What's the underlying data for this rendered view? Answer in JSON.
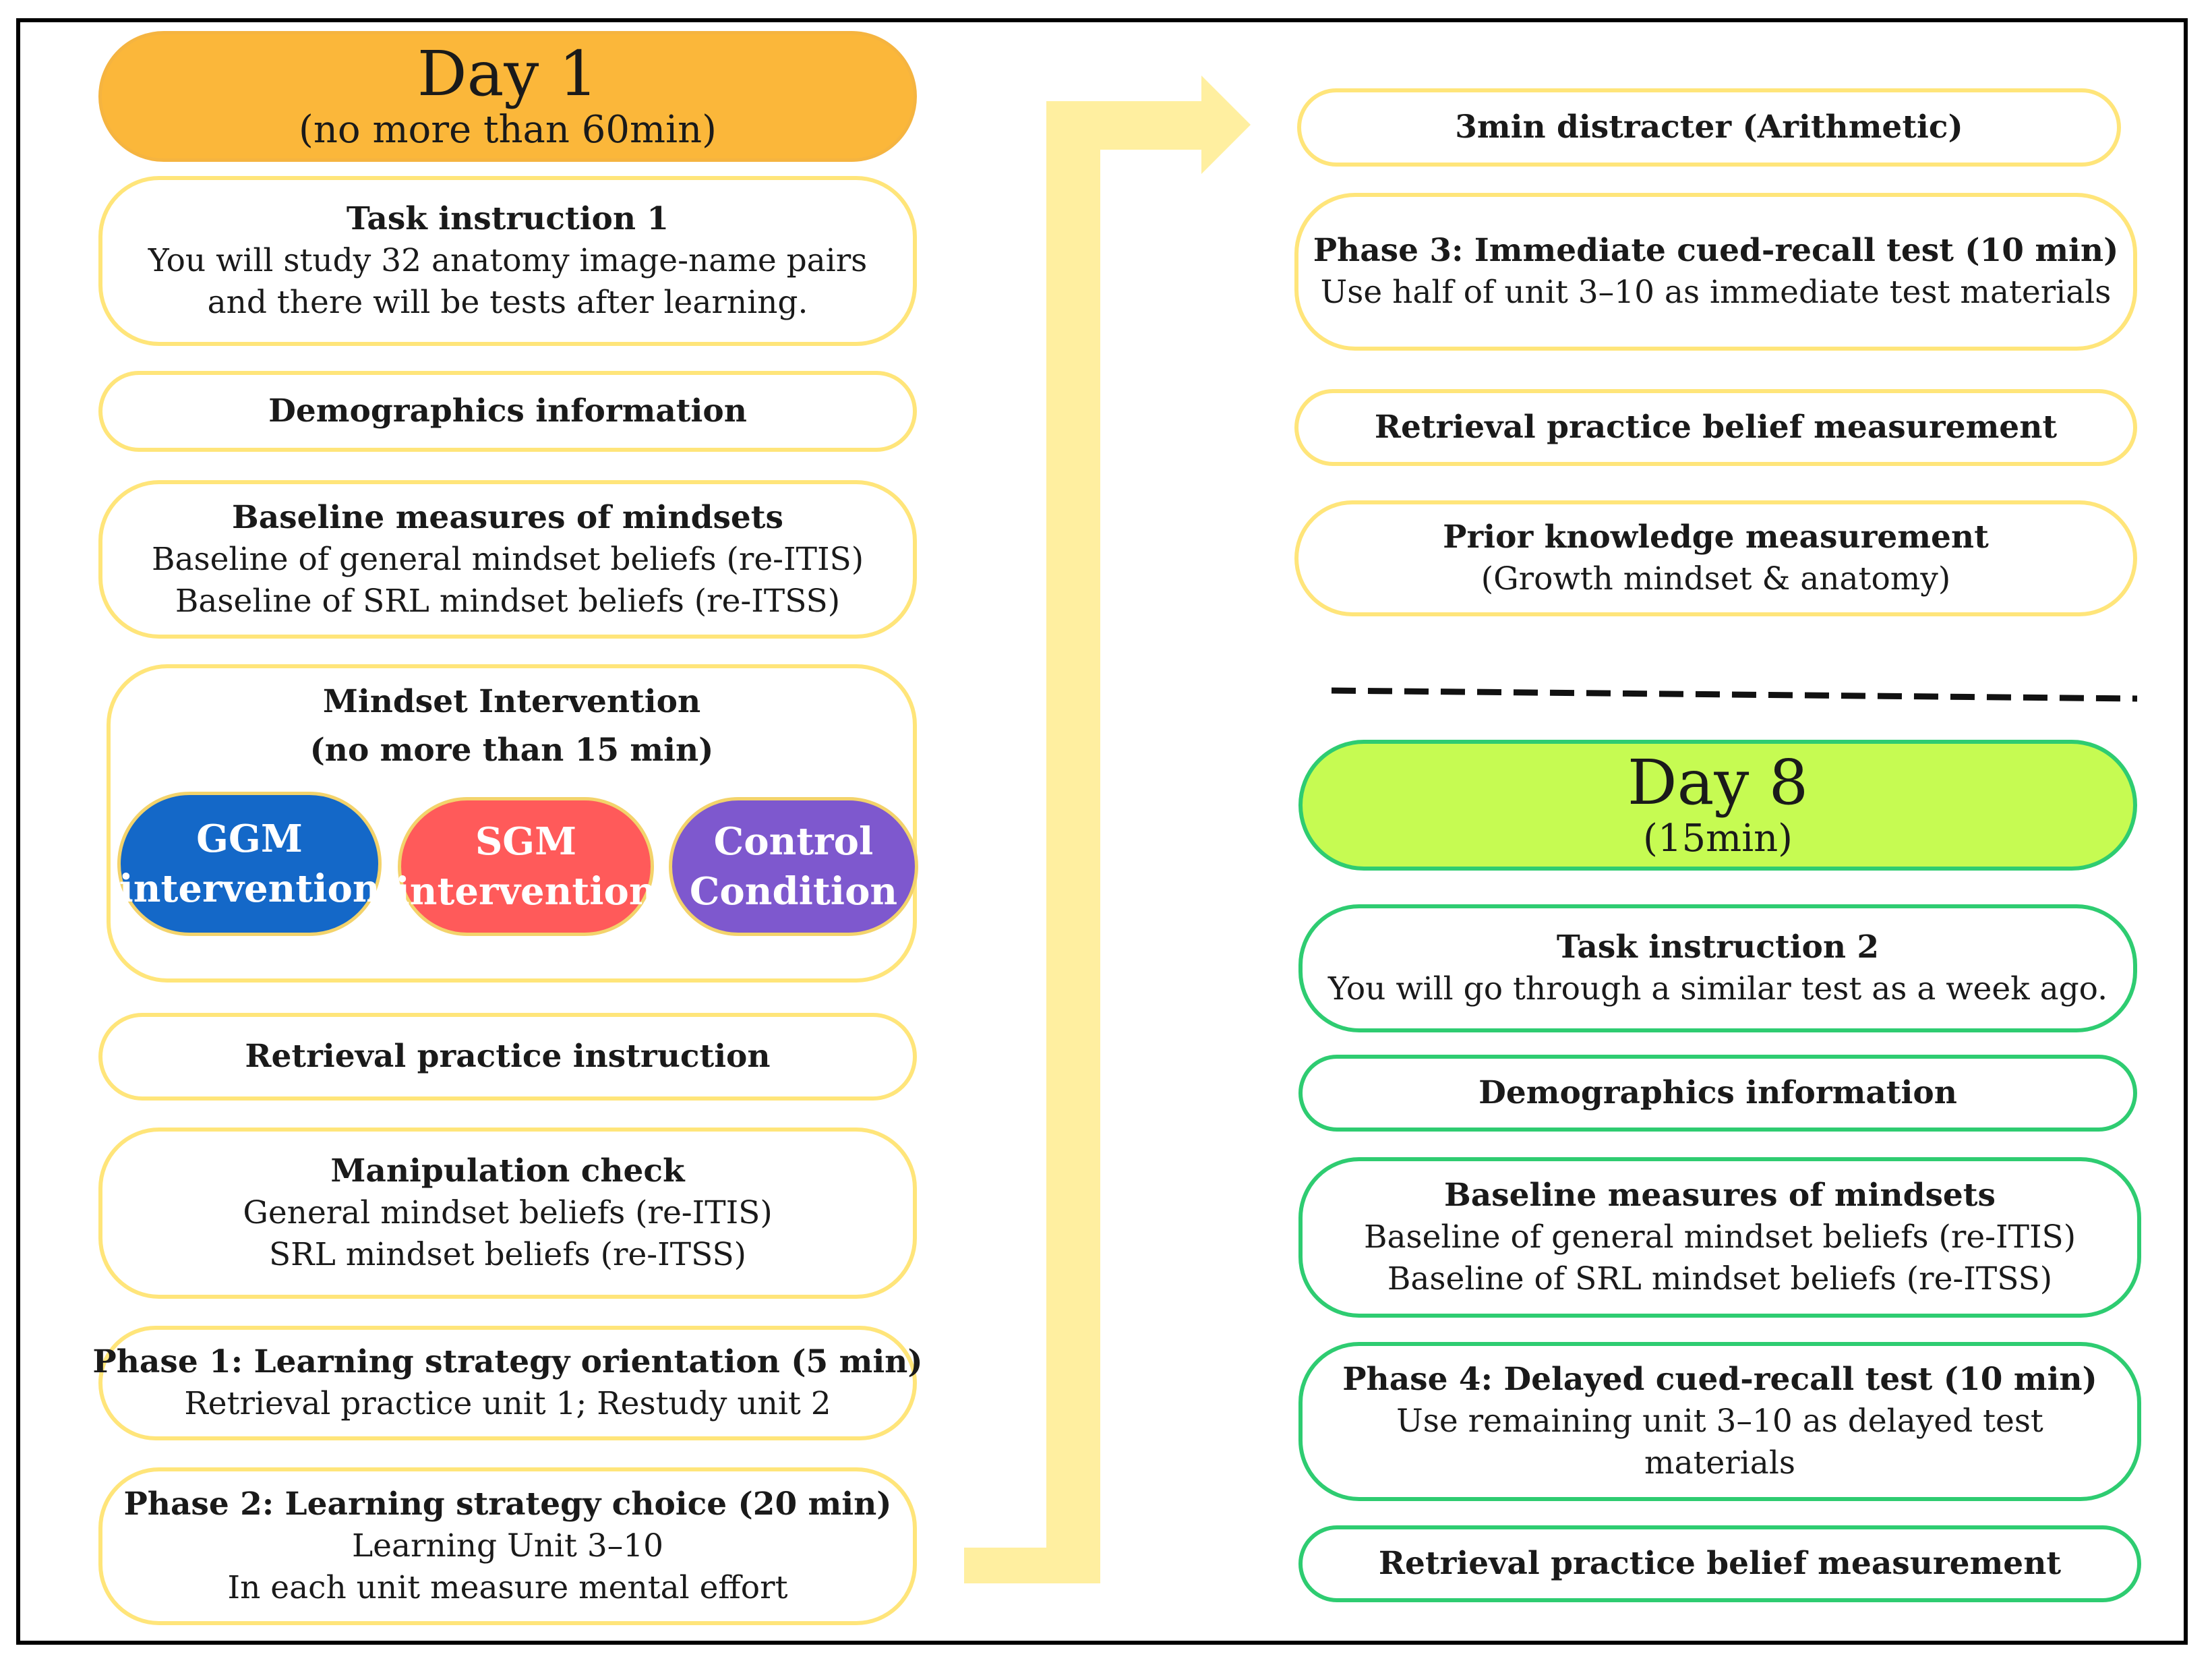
{
  "colors": {
    "day1_fill": "#FBB73A",
    "day8_fill": "#C6FB52",
    "yellow_border": "#FFE57A",
    "green_border": "#2ECC71",
    "arrow": "#FFEFA0",
    "ggm": "#1468C8",
    "sgm": "#FF5A5A",
    "control": "#7E58CE"
  },
  "day1": {
    "title": "Day 1",
    "subtitle": "(no more than 60min)",
    "task_instruction": {
      "title": "Task instruction 1",
      "line1": "You will study 32 anatomy image-name pairs",
      "line2": "and there will be tests after learning."
    },
    "demographics": "Demographics information",
    "baseline": {
      "title": "Baseline measures of mindsets",
      "line1": "Baseline of general mindset beliefs (re-ITIS)",
      "line2": "Baseline of SRL mindset beliefs (re-ITSS)"
    },
    "intervention": {
      "title": "Mindset Intervention",
      "subtitle": "(no more than 15 min)",
      "ggm": {
        "line1": "GGM",
        "line2": "intervention"
      },
      "sgm": {
        "line1": "SGM",
        "line2": "intervention"
      },
      "control": {
        "line1": "Control",
        "line2": "Condition"
      }
    },
    "retrieval_instruction": "Retrieval practice instruction",
    "manipulation": {
      "title": "Manipulation check",
      "line1": "General mindset beliefs (re-ITIS)",
      "line2": "SRL mindset beliefs (re-ITSS)"
    },
    "phase1": {
      "title": "Phase 1: Learning strategy orientation (5 min)",
      "line1": "Retrieval practice unit 1; Restudy unit 2"
    },
    "phase2": {
      "title": "Phase 2: Learning strategy choice (20 min)",
      "line1": "Learning Unit 3–10",
      "line2": "In each unit measure mental effort"
    }
  },
  "day1_continued": {
    "distracter": "3min distracter (Arithmetic)",
    "phase3": {
      "title": "Phase 3: Immediate cued-recall test (10 min)",
      "line1": "Use half of unit 3–10 as immediate test materials"
    },
    "belief": "Retrieval practice belief measurement",
    "prior": {
      "title": "Prior knowledge measurement",
      "line1": "(Growth mindset & anatomy)"
    }
  },
  "day8": {
    "title": "Day 8",
    "subtitle": "(15min)",
    "task_instruction": {
      "title": "Task instruction 2",
      "line1": "You will go through a similar test as a week ago."
    },
    "demographics": "Demographics information",
    "baseline": {
      "title": "Baseline measures of mindsets",
      "line1": "Baseline of general mindset beliefs (re-ITIS)",
      "line2": "Baseline of SRL mindset beliefs (re-ITSS)"
    },
    "phase4": {
      "title": "Phase 4: Delayed cued-recall test (10 min)",
      "line1": "Use remaining unit 3–10 as delayed test",
      "line2": "materials"
    },
    "belief": "Retrieval practice belief measurement"
  }
}
